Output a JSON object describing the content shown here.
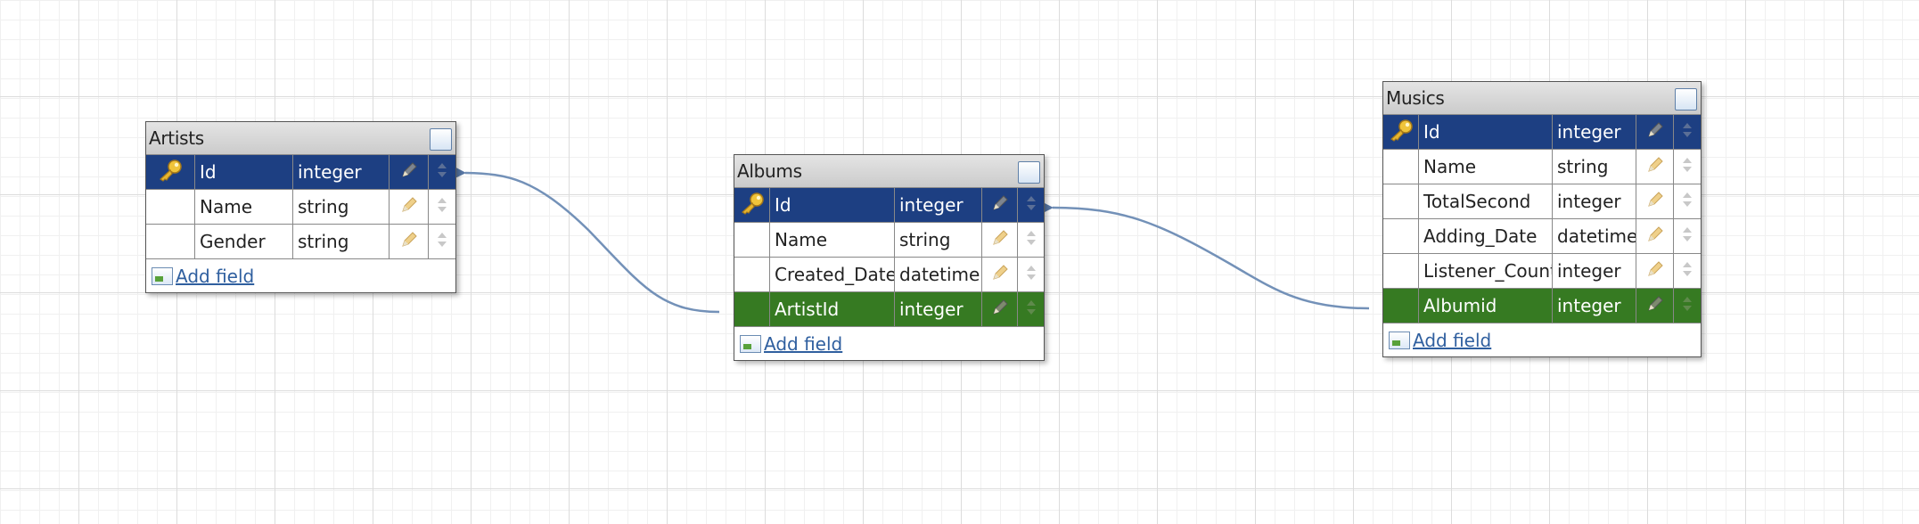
{
  "tables": {
    "artists": {
      "title": "Artists",
      "rows": [
        {
          "name": "Id",
          "type": "integer",
          "kind": "pk"
        },
        {
          "name": "Name",
          "type": "string",
          "kind": "normal"
        },
        {
          "name": "Gender",
          "type": "string",
          "kind": "normal"
        }
      ],
      "add_label": "Add field"
    },
    "albums": {
      "title": "Albums",
      "rows": [
        {
          "name": "Id",
          "type": "integer",
          "kind": "pk"
        },
        {
          "name": "Name",
          "type": "string",
          "kind": "normal"
        },
        {
          "name": "Created_Date",
          "type": "datetime",
          "kind": "normal"
        },
        {
          "name": "ArtistId",
          "type": "integer",
          "kind": "fk"
        }
      ],
      "add_label": "Add field"
    },
    "musics": {
      "title": "Musics",
      "rows": [
        {
          "name": "Id",
          "type": "integer",
          "kind": "pk"
        },
        {
          "name": "Name",
          "type": "string",
          "kind": "normal"
        },
        {
          "name": "TotalSecond",
          "type": "integer",
          "kind": "normal"
        },
        {
          "name": "Adding_Date",
          "type": "datetime",
          "kind": "normal"
        },
        {
          "name": "Listener_Count",
          "type": "integer",
          "kind": "normal"
        },
        {
          "name": "Albumid",
          "type": "integer",
          "kind": "fk"
        }
      ],
      "add_label": "Add field"
    }
  },
  "relations": [
    {
      "from": "albums.ArtistId",
      "to": "artists.Id"
    },
    {
      "from": "musics.Albumid",
      "to": "albums.Id"
    }
  ],
  "colors": {
    "primary_key_row": "#1d3f82",
    "foreign_key_row": "#367a22",
    "link": "#5878a6",
    "add_link": "#2f5f9f"
  }
}
